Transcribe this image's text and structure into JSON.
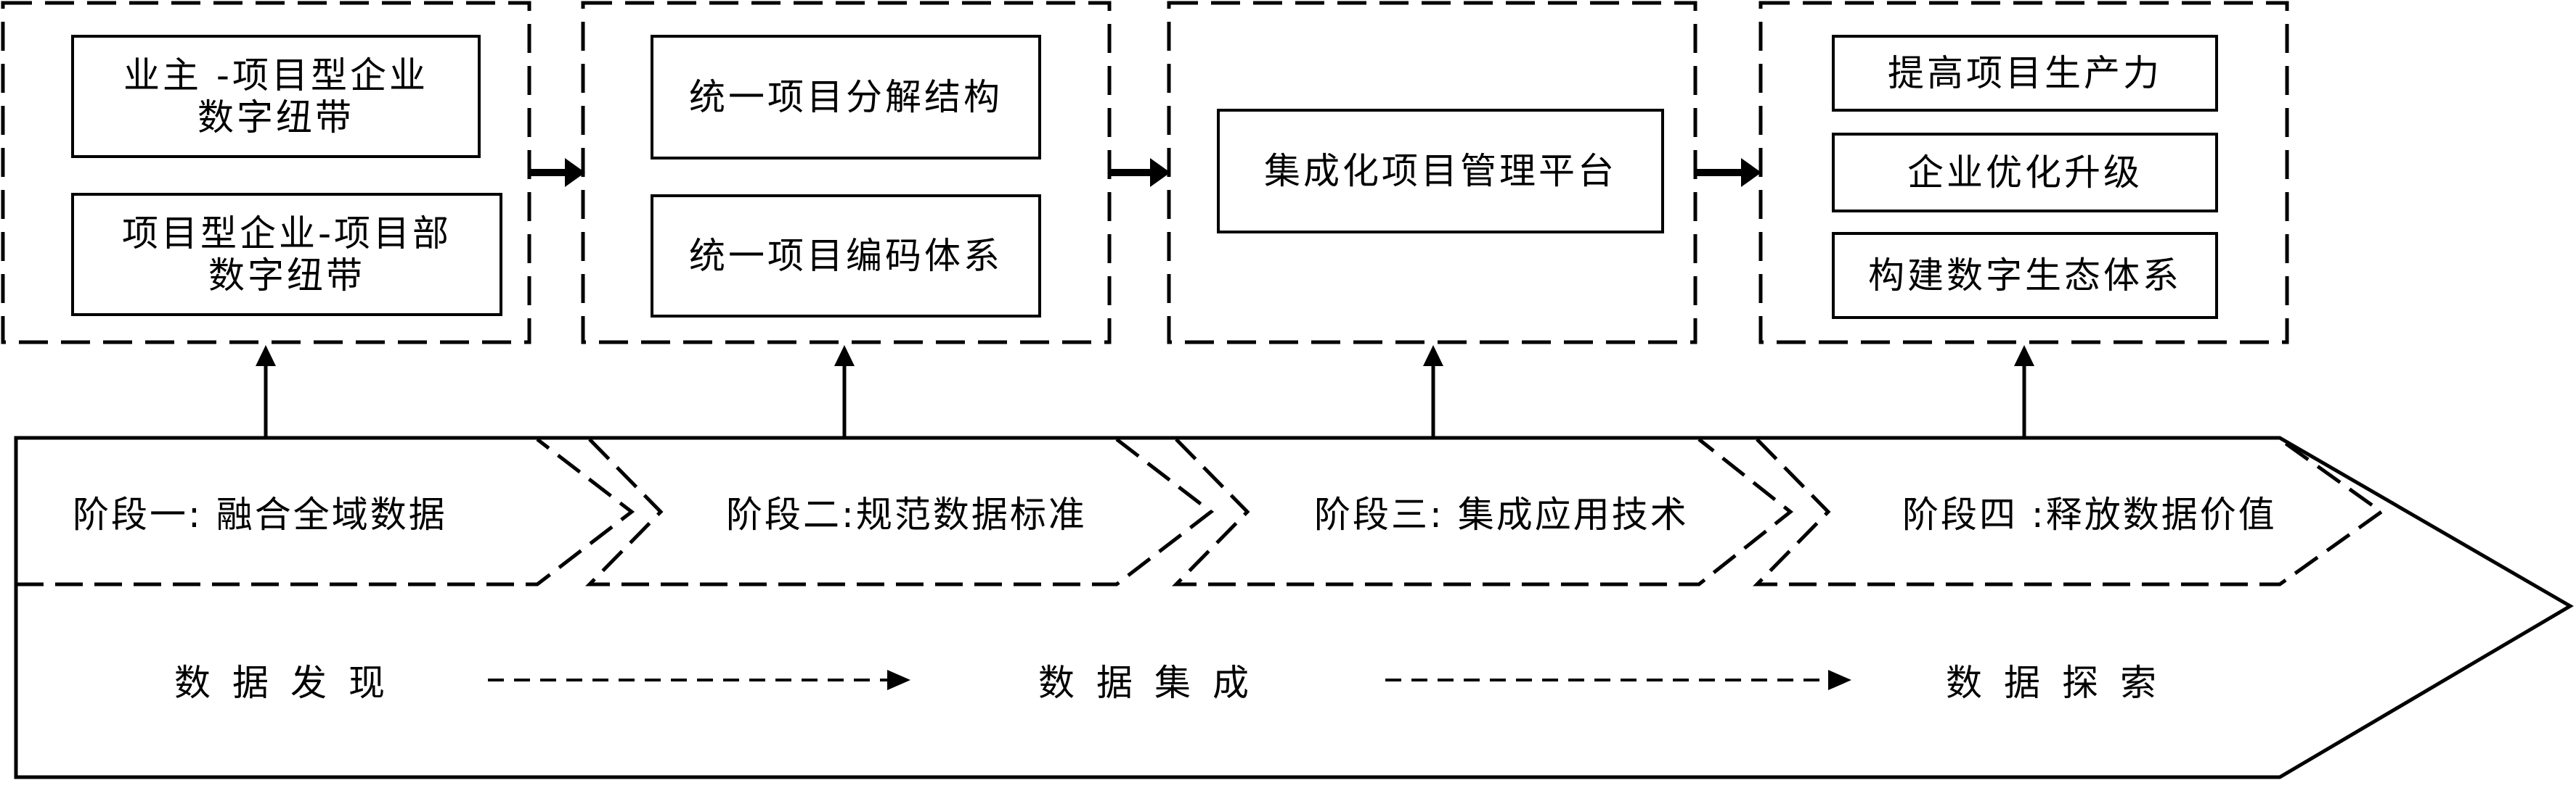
{
  "top": {
    "group1": {
      "box1": {
        "line1": "业主 -项目型企业",
        "line2": "数字纽带"
      },
      "box2": {
        "line1": "项目型企业-项目部",
        "line2": "数字纽带"
      }
    },
    "group2": {
      "box1": "统一项目分解结构",
      "box2": "统一项目编码体系"
    },
    "group3": {
      "box1": "集成化项目管理平台"
    },
    "group4": {
      "box1": "提高项目生产力",
      "box2": "企业优化升级",
      "box3": "构建数字生态体系"
    }
  },
  "stages": [
    "阶段一: 融合全域数据",
    "阶段二:规范数据标准",
    "阶段三: 集成应用技术",
    "阶段四 :释放数据价值"
  ],
  "flow": [
    "数据发现",
    "数据集成",
    "数据探索"
  ]
}
